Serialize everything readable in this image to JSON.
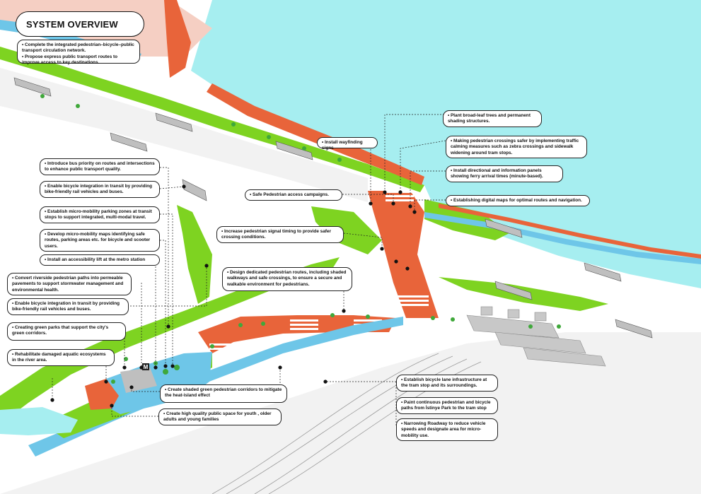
{
  "title": "SYSTEM OVERVIEW",
  "colors": {
    "water": "#a6eef0",
    "green": "#7ed321",
    "orange": "#e8643a",
    "blue": "#6ec6e8",
    "road": "#f2f2f2",
    "plaza": "#f5cfc3",
    "building": "#bfbfbf"
  },
  "notes": [
    {
      "id": "n01",
      "text": "• Complete the integrated pedestrian–bicycle–public transport circulation network.\n• Propose express public transport routes to improve access to key destinations."
    },
    {
      "id": "n02",
      "text": "• Plant broad-leaf trees and permanent shading structures."
    },
    {
      "id": "n03",
      "text": "• Install wayfinding signs"
    },
    {
      "id": "n04",
      "text": "• Making pedestrian crossings safer by implementing traffic calming measures such as zebra crossings and sidewalk widening around tram stops."
    },
    {
      "id": "n05",
      "text": "• Introduce bus priority on routes and intersections to enhance public transport quality."
    },
    {
      "id": "n06",
      "text": "• Install directional and information panels showing ferry arrival times (minute-based)."
    },
    {
      "id": "n07",
      "text": "• Enable bicycle integration in transit by providing bike-friendly rail vehicles and buses."
    },
    {
      "id": "n08",
      "text": "• Safe Pedestrian access campaigns."
    },
    {
      "id": "n09",
      "text": "• Establishing digital maps for optimal routes and navigation."
    },
    {
      "id": "n10",
      "text": "• Establish micro-mobility parking zones at transit stops to support integrated, multi-modal travel."
    },
    {
      "id": "n11",
      "text": "• Increase pedestrian signal timing to provide safer crossing conditions."
    },
    {
      "id": "n12",
      "text": "• Develop micro-mobility maps identifying safe routes, parking areas etc. for bicycle and scooter users."
    },
    {
      "id": "n13",
      "text": "• Install an accessibility lift at the metro station"
    },
    {
      "id": "n14",
      "text": "• Design dedicated pedestrian routes, including shaded walkways and safe crossings, to ensure a secure and walkable environment for pedestrians."
    },
    {
      "id": "n15",
      "text": "• Convert riverside pedestrian paths into permeable pavements to support stormwater management and environmental health."
    },
    {
      "id": "n16",
      "text": "• Enable bicycle integration in transit by providing bike-friendly rail vehicles and buses."
    },
    {
      "id": "n17",
      "text": "•  Creating green parks that support the city's green corridors."
    },
    {
      "id": "n18",
      "text": "• Rehabilitate damaged aquatic ecosystems in the river area."
    },
    {
      "id": "n19",
      "text": "• Establish bicycle lane infrastructure at the tram stop and its surroundings."
    },
    {
      "id": "n20",
      "text": "• Create shaded green pedestrian corridors to mitigate the heat-island effect"
    },
    {
      "id": "n21",
      "text": "• Paint continuous pedestrian and bicycle paths from İstinye Park to the tram stop"
    },
    {
      "id": "n22",
      "text": "• Create high quality public space for youth , older adults and young families"
    },
    {
      "id": "n23",
      "text": "• Narrowing Roadway to reduce vehicle speeds and designate  area for micro-mobility use."
    }
  ],
  "map_labels": {
    "metro_sign": "M"
  }
}
